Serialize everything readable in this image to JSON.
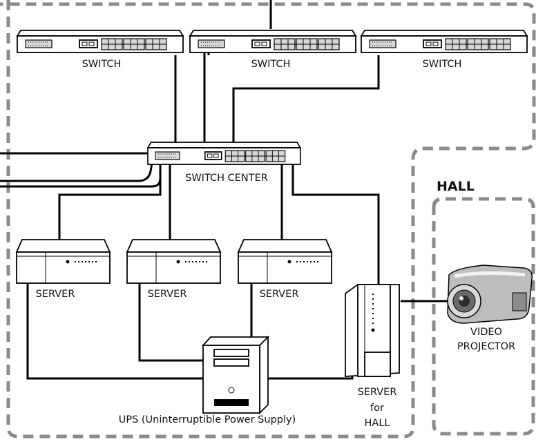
{
  "labels": {
    "switch_1": "SWITCH",
    "switch_2": "SWITCH",
    "switch_3": "SWITCH",
    "switch_center": "SWITCH CENTER",
    "server_1": "SERVER",
    "server_2": "SERVER",
    "server_3": "SERVER",
    "server_hall_line1": "SERVER",
    "server_hall_line2": "for",
    "server_hall_line3": "HALL",
    "ups": "UPS (Uninterruptible Power Supply)",
    "hall": "HALL",
    "projector_line1": "VIDEO",
    "projector_line2": "PROJECTOR"
  },
  "colors": {
    "dashed_border": "#8a8a8a",
    "wire": "#000000",
    "device_fill": "#ffffff",
    "port_fill": "#d8d8d8"
  },
  "icons": [
    "switch-icon",
    "server-icon",
    "tower-server-icon",
    "ups-icon",
    "video-projector-icon"
  ]
}
